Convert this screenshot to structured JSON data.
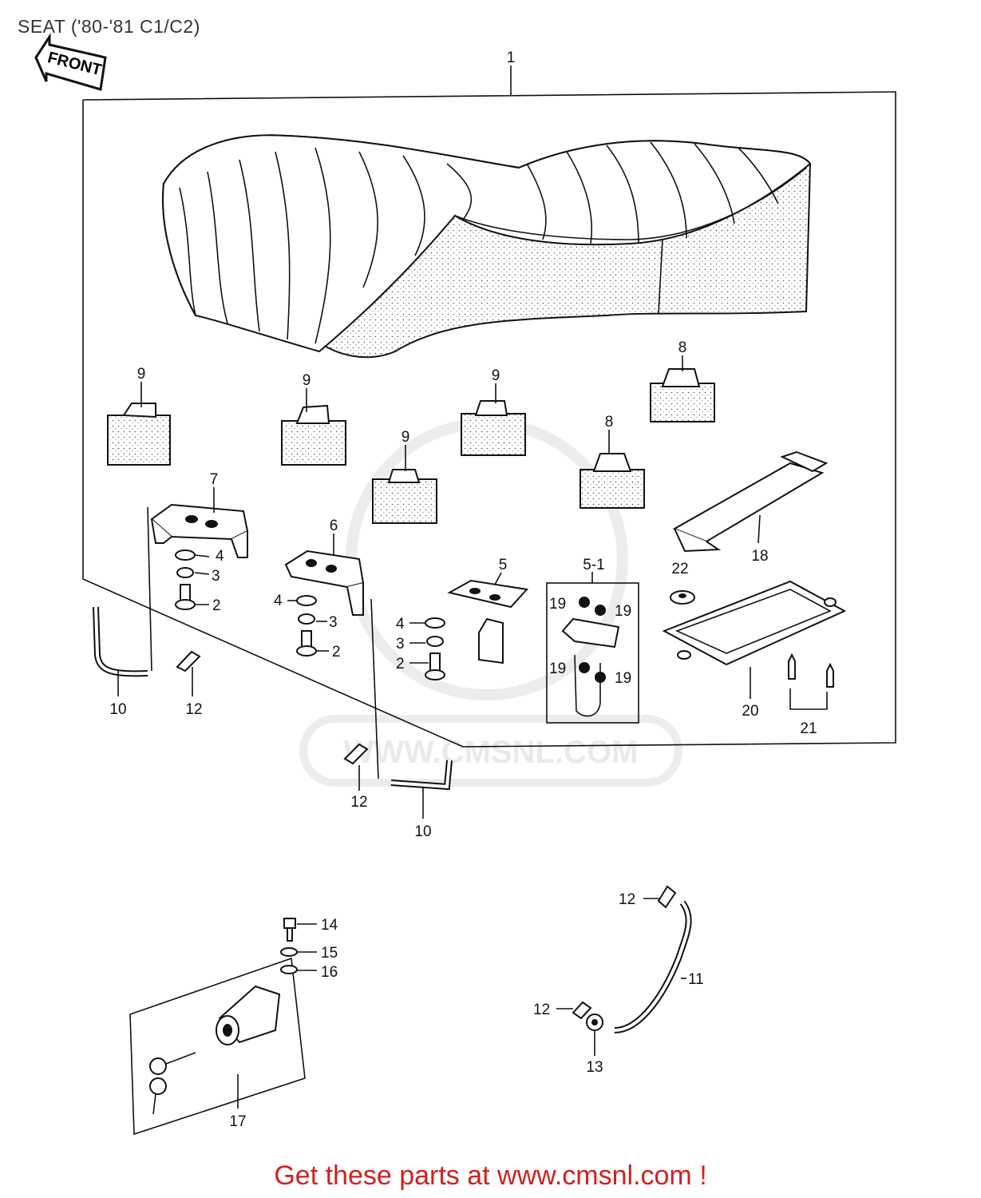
{
  "title": "SEAT ('80-'81 C1/C2)",
  "front_arrow": "FRONT",
  "watermark": "WWW.CMSNL.COM",
  "footer": "Get these parts at www.cmsnl.com !",
  "colors": {
    "footer": "#d21f1f",
    "lines": "#111111",
    "watermark": "#d8d8d8"
  },
  "callouts": {
    "c1": "1",
    "c5_1": "5-1",
    "c9a": "9",
    "c9b": "9",
    "c9c": "9",
    "c9d": "9",
    "c8a": "8",
    "c8b": "8",
    "c7": "7",
    "c6": "6",
    "c5": "5",
    "c4a": "4",
    "c3a": "3",
    "c2a": "2",
    "c4b": "4",
    "c3b": "3",
    "c2b": "2",
    "c4c": "4",
    "c3c": "3",
    "c2c": "2",
    "c19a": "19",
    "c19b": "19",
    "c19c": "19",
    "c19d": "19",
    "c22": "22",
    "c18": "18",
    "c20": "20",
    "c21": "21",
    "c10a": "10",
    "c12a": "12",
    "c12b": "12",
    "c10b": "10",
    "c14": "14",
    "c15": "15",
    "c16": "16",
    "c17": "17",
    "c12c": "12",
    "c11": "11",
    "c12d": "12",
    "c13": "13"
  }
}
